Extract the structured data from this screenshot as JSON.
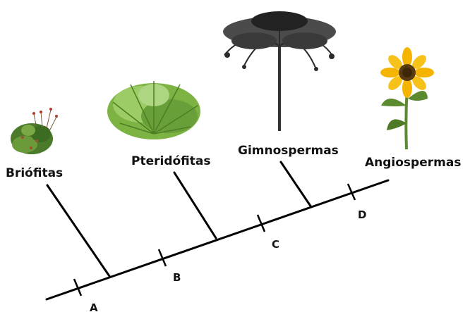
{
  "groups": [
    {
      "key": "briofitas",
      "label": "Briófitas",
      "icon": "moss-icon"
    },
    {
      "key": "pteridofitas",
      "label": "Pteridófitas",
      "icon": "fern-icon"
    },
    {
      "key": "gimnospermas",
      "label": "Gimnospermas",
      "icon": "araucaria-tree-icon"
    },
    {
      "key": "angiospermas",
      "label": "Angiospermas",
      "icon": "sunflower-icon"
    }
  ],
  "markers": [
    {
      "key": "a",
      "label": "A"
    },
    {
      "key": "b",
      "label": "B"
    },
    {
      "key": "c",
      "label": "C"
    },
    {
      "key": "d",
      "label": "D"
    }
  ],
  "colors": {
    "line": "#000000",
    "moss": "#4a7a2a",
    "fern": "#7cb342",
    "tree": "#2b2b2b",
    "petal": "#f4b400",
    "stem": "#5c8a2e"
  }
}
